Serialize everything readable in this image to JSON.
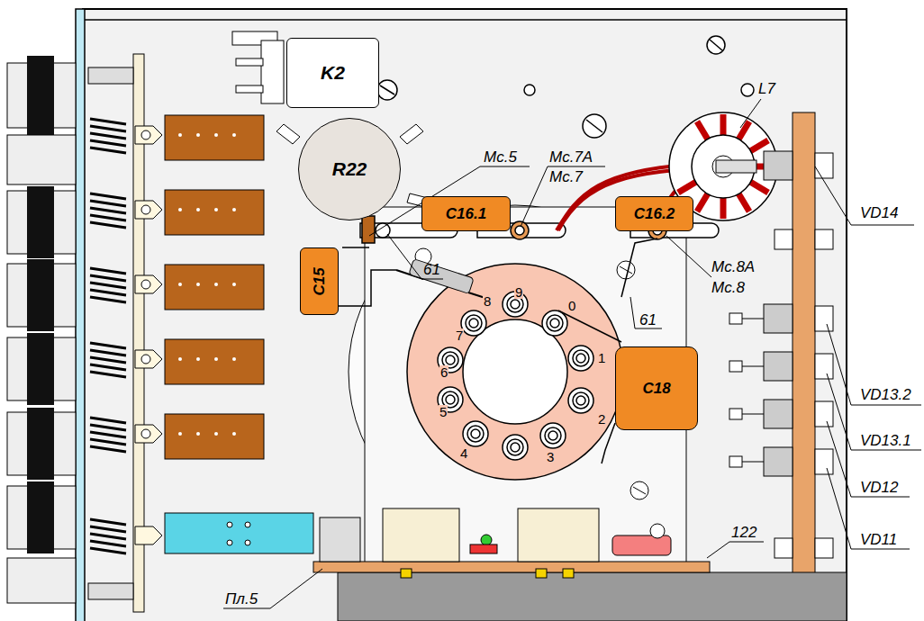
{
  "diagram": {
    "nodes": [
      {
        "text": [
          "K2"
        ]
      },
      {
        "text": [
          "R22"
        ]
      },
      {
        "text": [
          "C16.1"
        ]
      },
      {
        "text": [
          "C16.2"
        ]
      },
      {
        "text": [
          "C15"
        ]
      },
      {
        "text": [
          "C18"
        ]
      }
    ],
    "labels": [
      "Мс.5",
      "Мс.7А",
      "Мс.7",
      "L7",
      "VD14",
      "61",
      "Мс.8А",
      "Мс.8",
      "61",
      "VD13.2",
      "VD13.1",
      "VD12",
      "VD11",
      "122",
      "Пл.5",
      "9",
      "8",
      "7",
      "6",
      "5",
      "4",
      "3",
      "2",
      "1",
      "0"
    ]
  }
}
